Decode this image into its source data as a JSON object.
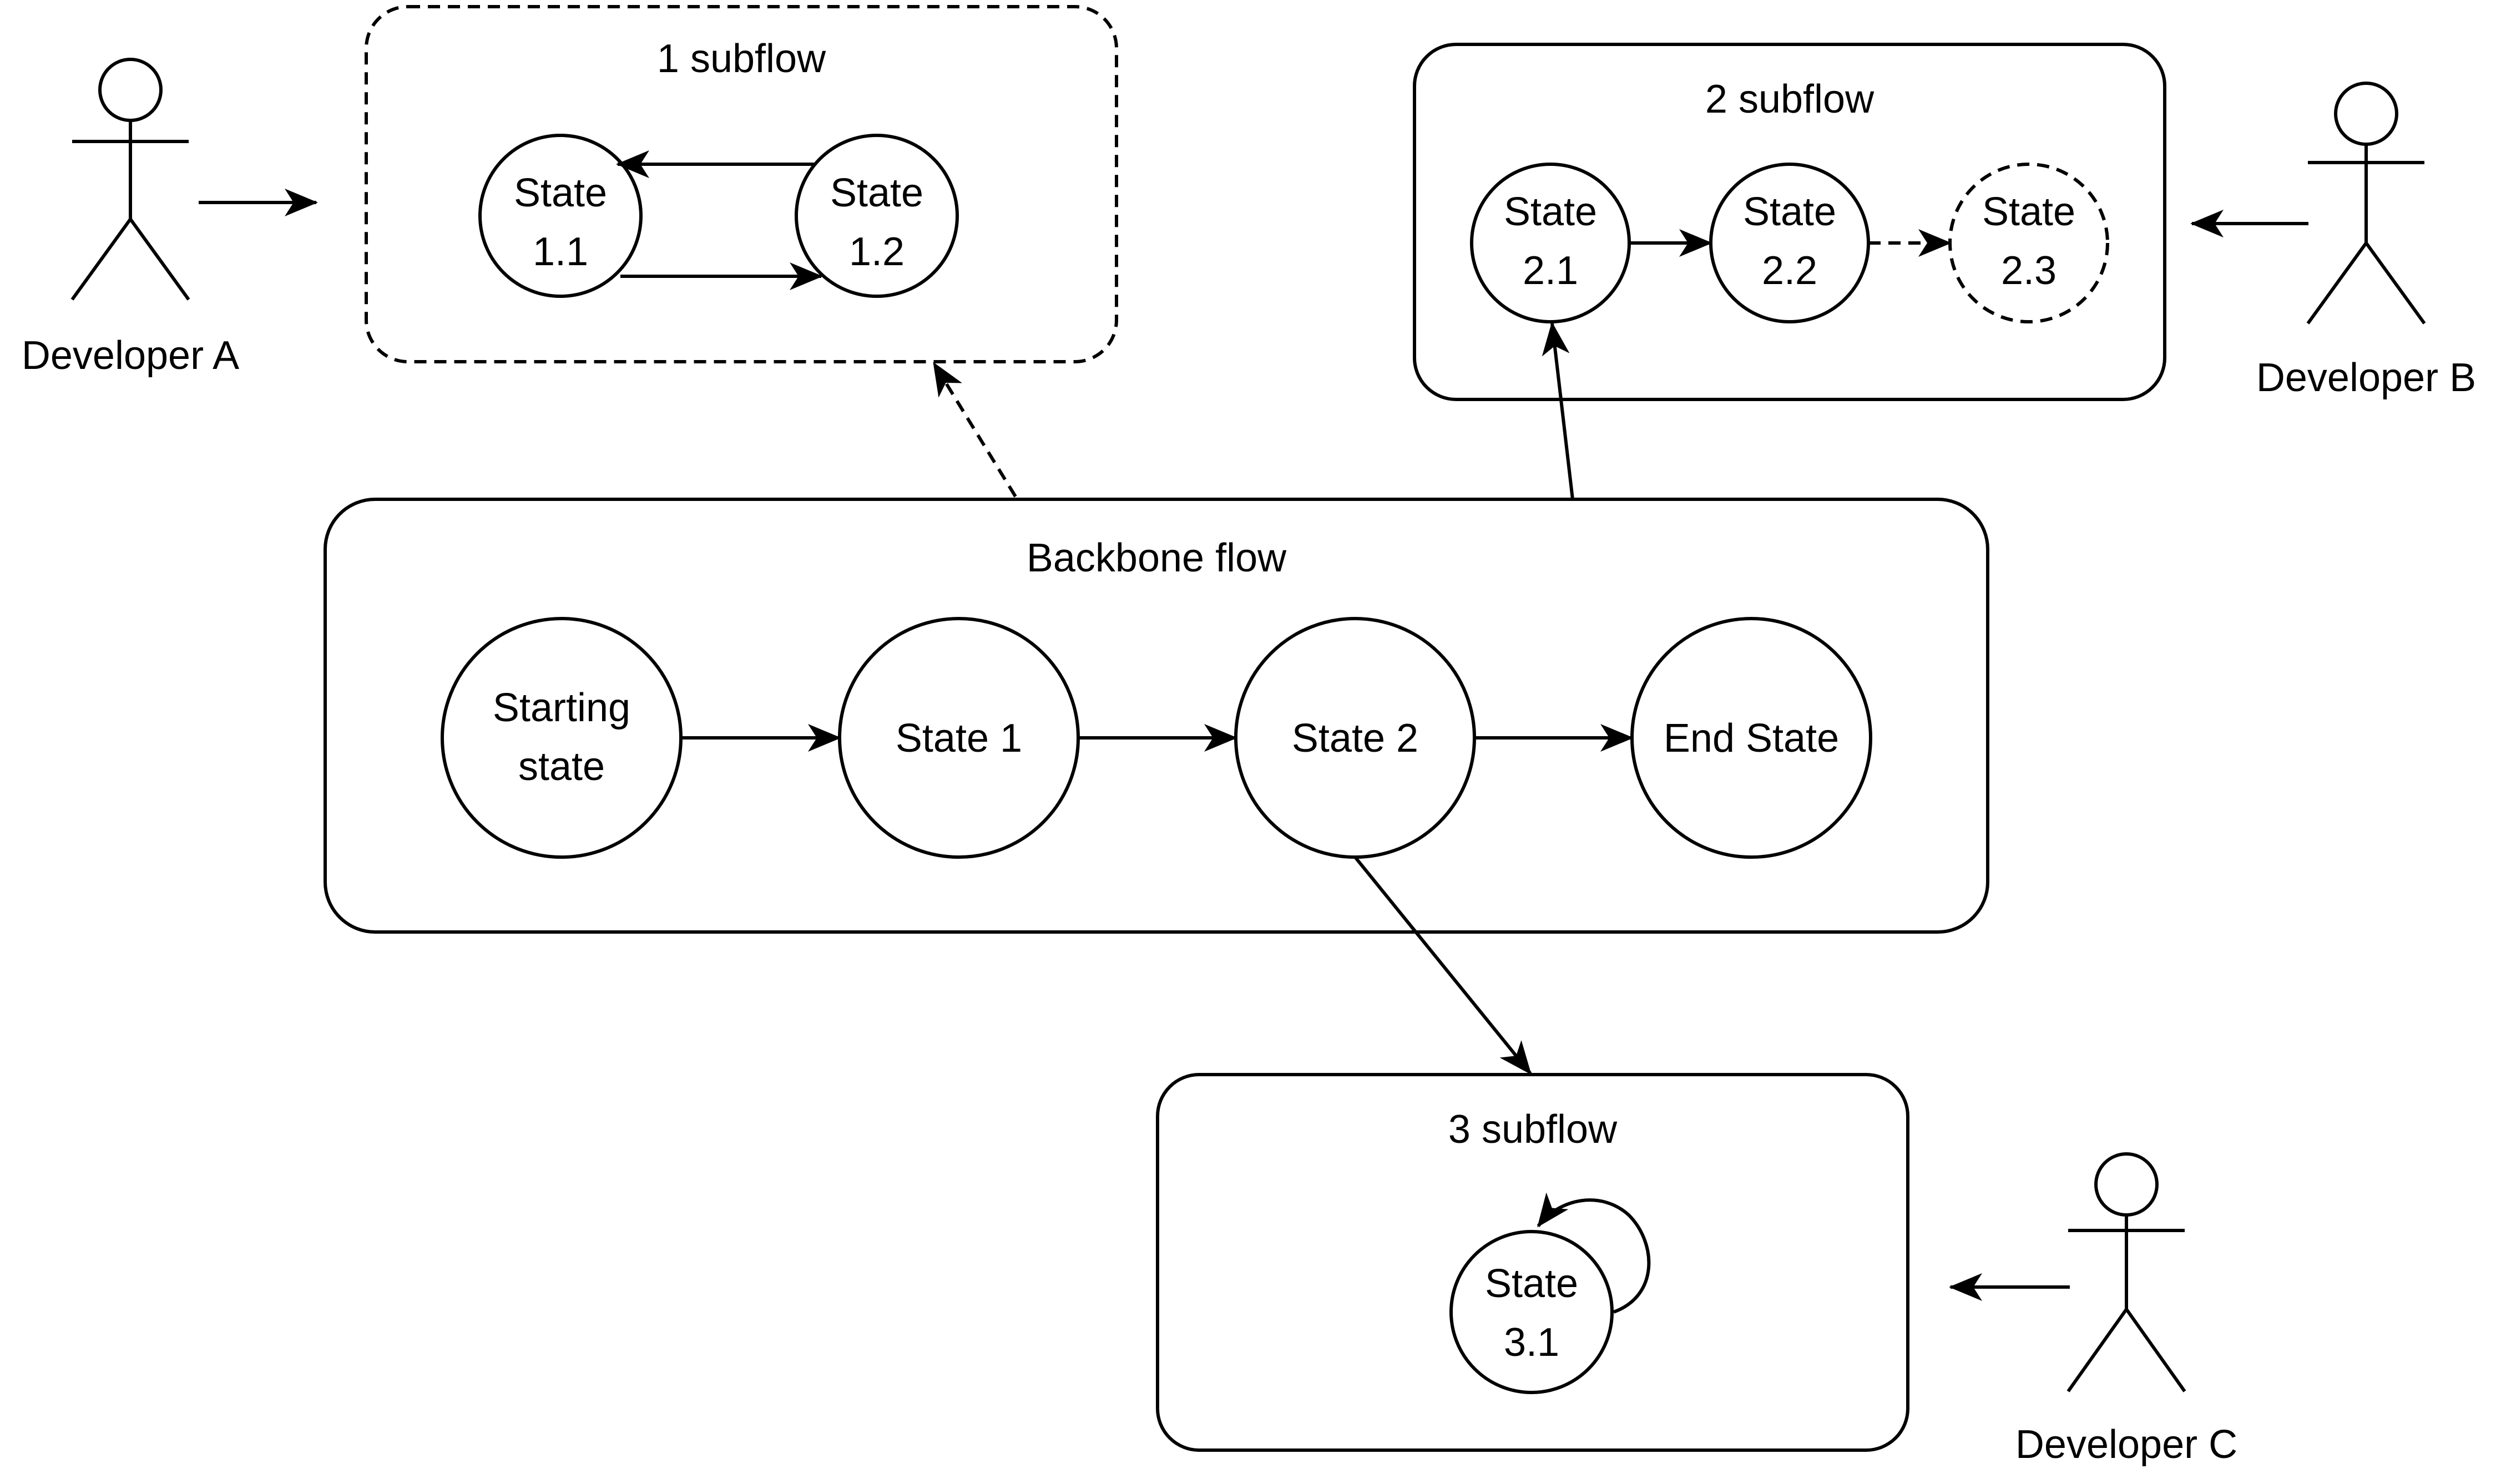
{
  "subflows": {
    "sub1": {
      "title": "1 subflow",
      "style": "dashed"
    },
    "sub2": {
      "title": "2 subflow",
      "style": "solid"
    },
    "sub3": {
      "title": "3 subflow",
      "style": "solid"
    },
    "backbone": {
      "title": "Backbone flow",
      "style": "solid"
    }
  },
  "states": {
    "s11": {
      "line1": "State",
      "line2": "1.1"
    },
    "s12": {
      "line1": "State",
      "line2": "1.2"
    },
    "s21": {
      "line1": "State",
      "line2": "2.1"
    },
    "s22": {
      "line1": "State",
      "line2": "2.2"
    },
    "s23": {
      "line1": "State",
      "line2": "2.3",
      "style": "dashed"
    },
    "s31": {
      "line1": "State",
      "line2": "3.1"
    },
    "start": {
      "line1": "Starting",
      "line2": "state"
    },
    "state1": {
      "label": "State 1"
    },
    "state2": {
      "label": "State 2"
    },
    "end": {
      "label": "End State"
    }
  },
  "actors": {
    "devA": {
      "label": "Developer A"
    },
    "devB": {
      "label": "Developer B"
    },
    "devC": {
      "label": "Developer C"
    }
  },
  "colors": {
    "stroke": "#000000",
    "background": "#ffffff"
  }
}
